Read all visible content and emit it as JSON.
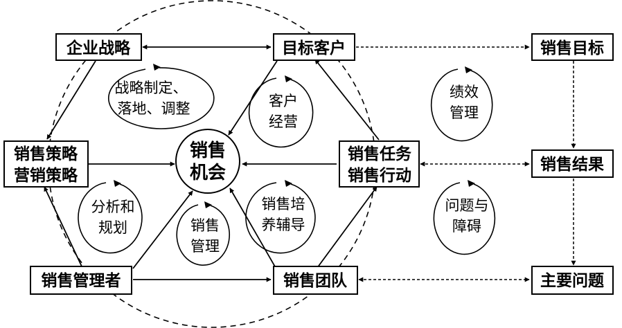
{
  "boxes": {
    "enterprise_strategy": "企业战略",
    "target_customer": "目标客户",
    "sales_goal": "销售目标",
    "sales_strategy_1": "销售策略",
    "sales_strategy_2": "营销策略",
    "sales_task_1": "销售任务",
    "sales_task_2": "销售行动",
    "sales_result": "销售结果",
    "sales_manager": "销售管理者",
    "sales_team": "销售团队",
    "main_problem": "主要问题"
  },
  "center": {
    "line1": "销售",
    "line2": "机会"
  },
  "cycles": {
    "strategy_1": "战略制定、",
    "strategy_2": "落地、调整",
    "customer_1": "客户",
    "customer_2": "经营",
    "performance_1": "绩效",
    "performance_2": "管理",
    "analysis_1": "分析和",
    "analysis_2": "规划",
    "management_1": "销售",
    "management_2": "管理",
    "coaching_1": "销售培",
    "coaching_2": "养辅导",
    "problems_1": "问题与",
    "problems_2": "障碍"
  }
}
